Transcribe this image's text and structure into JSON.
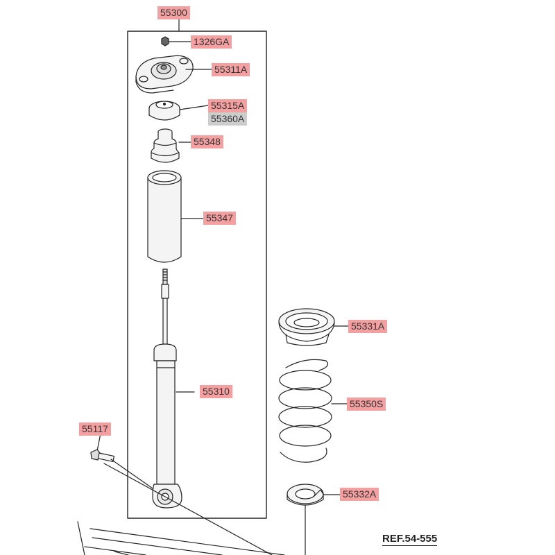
{
  "callouts": {
    "assembly": "55300",
    "nut": "1326GA",
    "mount_bracket": "55311A",
    "cap": "55315A",
    "cap_alt": "55360A",
    "bumper": "55348",
    "dust_cover": "55347",
    "shock_absorber": "55310",
    "bolt": "55117",
    "upper_spring_seat": "55331A",
    "coil_spring": "55350S",
    "lower_spring_pad": "55332A"
  },
  "reference": "REF.54-555",
  "colors": {
    "callout_fill": "#f5a0a0",
    "callout_alt_fill": "#cdcdcd",
    "line": "#222222",
    "part_fill": "#f4f4f4"
  }
}
